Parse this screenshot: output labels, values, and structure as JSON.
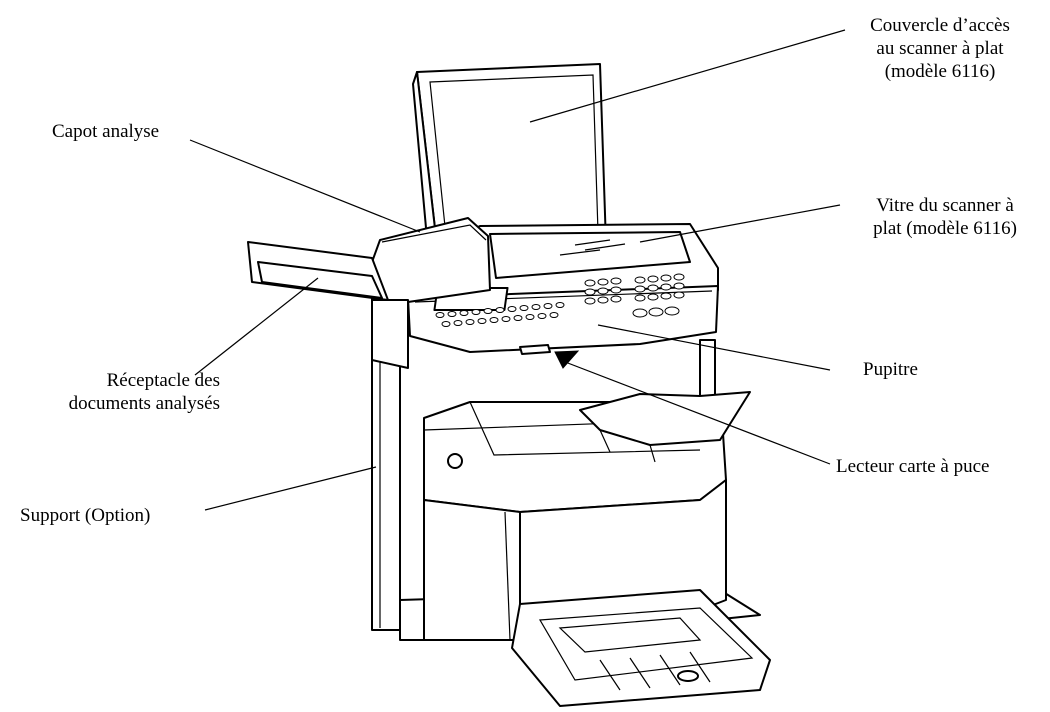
{
  "callouts": {
    "couvercle": [
      "Couvercle d’accès",
      "au scanner à plat",
      "(modèle 6116)"
    ],
    "capot": [
      "Capot analyse"
    ],
    "vitre": [
      "Vitre du scanner à",
      "plat (modèle 6116)"
    ],
    "receptacle": [
      "Réceptacle des",
      "documents analysés"
    ],
    "pupitre": [
      "Pupitre"
    ],
    "lecteur": [
      "Lecteur carte à puce"
    ],
    "support": [
      "Support (Option)"
    ]
  }
}
